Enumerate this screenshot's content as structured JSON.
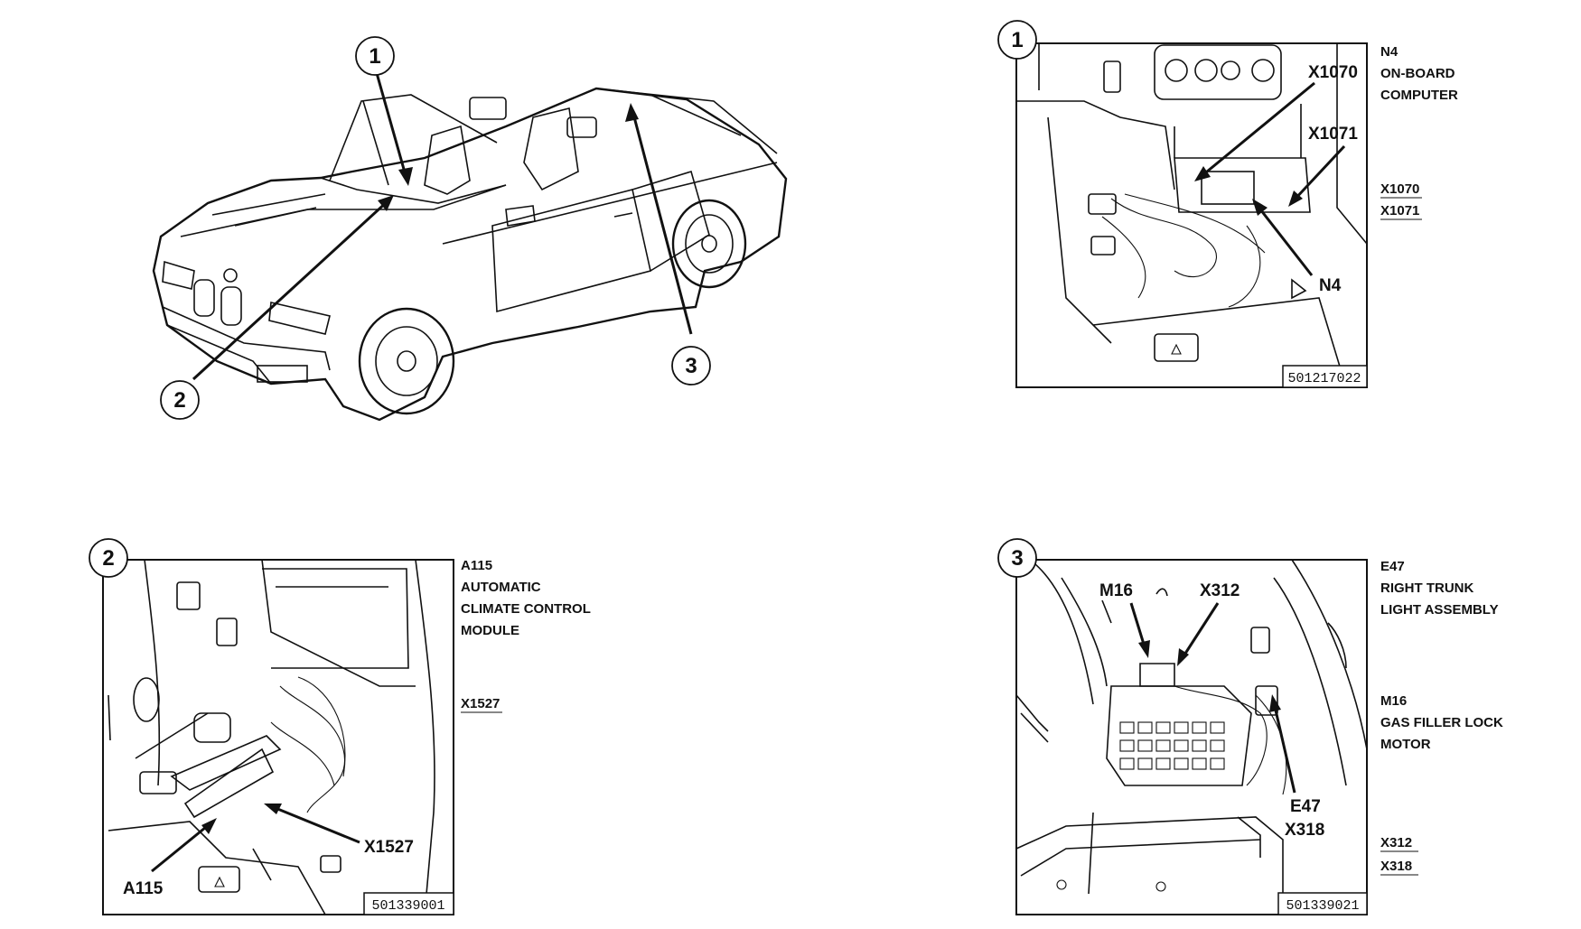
{
  "overview": {
    "callouts": [
      "1",
      "2",
      "3"
    ]
  },
  "panels": [
    {
      "id": "1",
      "figure_code": "501217022",
      "callouts": {
        "a": "X1070",
        "b": "X1071",
        "c": "N4"
      },
      "legend": [
        {
          "lines": [
            "N4",
            "ON-BOARD",
            "COMPUTER"
          ]
        },
        {
          "lines": [
            "X1070"
          ],
          "underline": true
        },
        {
          "lines": [
            "X1071"
          ],
          "underline": true
        }
      ]
    },
    {
      "id": "2",
      "figure_code": "501339001",
      "callouts": {
        "a": "A115",
        "b": "X1527"
      },
      "legend": [
        {
          "lines": [
            "A115",
            "AUTOMATIC",
            "CLIMATE CONTROL",
            "MODULE"
          ]
        },
        {
          "lines": [
            "X1527"
          ],
          "underline": true
        }
      ]
    },
    {
      "id": "3",
      "figure_code": "501339021",
      "callouts": {
        "a": "M16",
        "b": "X312",
        "c": "E47",
        "d": "X318"
      },
      "legend": [
        {
          "lines": [
            "E47",
            "RIGHT TRUNK",
            "LIGHT ASSEMBLY"
          ]
        },
        {
          "lines": [
            "M16",
            "GAS FILLER LOCK",
            "MOTOR"
          ]
        },
        {
          "lines": [
            "X312"
          ],
          "underline": true
        },
        {
          "lines": [
            "X318"
          ],
          "underline": true
        }
      ]
    }
  ]
}
